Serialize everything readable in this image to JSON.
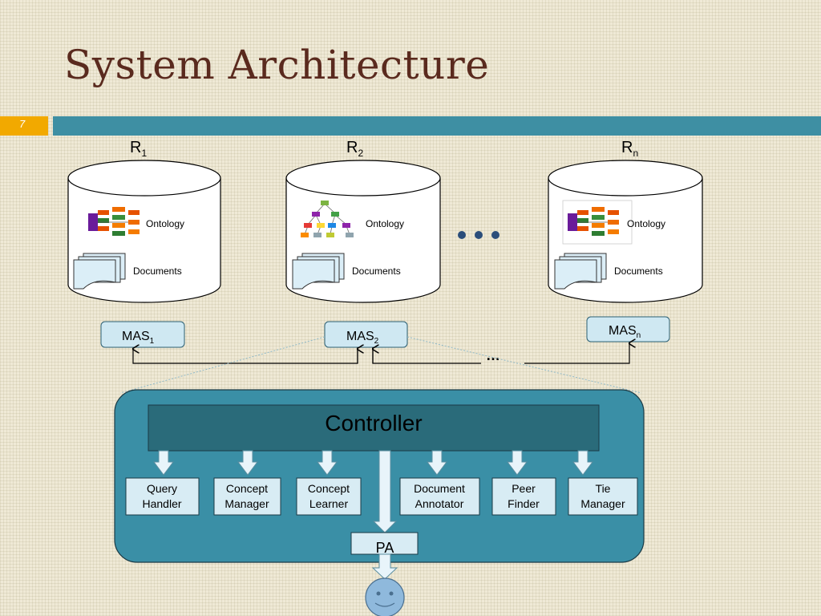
{
  "slide": {
    "title": "System Architecture",
    "number": "7"
  },
  "repositories": [
    {
      "label": "R",
      "sub": "1",
      "ontology": "Ontology",
      "documents": "Documents",
      "mas": "MAS",
      "mas_sub": "1"
    },
    {
      "label": "R",
      "sub": "2",
      "ontology": "Ontology",
      "documents": "Documents",
      "mas": "MAS",
      "mas_sub": "2"
    },
    {
      "label": "R",
      "sub": "n",
      "ontology": "Ontology",
      "documents": "Documents",
      "mas": "MAS",
      "mas_sub": "n"
    }
  ],
  "ellipsis": "…",
  "controller": {
    "label": "Controller",
    "modules": [
      {
        "line1": "Query",
        "line2": "Handler"
      },
      {
        "line1": "Concept",
        "line2": "Manager"
      },
      {
        "line1": "Concept",
        "line2": "Learner"
      },
      {
        "line1": "Document",
        "line2": "Annotator"
      },
      {
        "line1": "Peer",
        "line2": "Finder"
      },
      {
        "line1": "Tie",
        "line2": "Manager"
      }
    ],
    "pa": "PA"
  },
  "colors": {
    "title": "#5a2a1e",
    "header_bar": "#3e8fa3",
    "slide_num_box": "#f2a900",
    "container": "#3a8fa6",
    "controller": "#2a6b7a",
    "module_box": "#d8ecf4",
    "mas_box": "#cfe8f2",
    "user_face": "#8fb9dc"
  },
  "icons": [
    "ontology-tree-icon",
    "documents-stack-icon",
    "user-face-icon",
    "arrow-down-icon"
  ]
}
